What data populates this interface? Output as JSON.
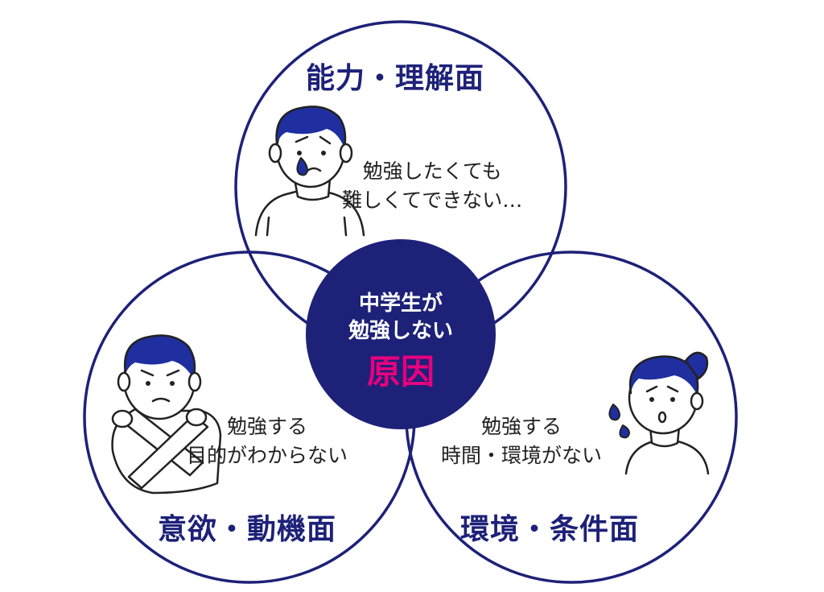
{
  "colors": {
    "navy": "#1d2178",
    "accent": "#e6007e",
    "hair": "#1f2fa0",
    "skin": "#ffffff",
    "tear": "#1f2fa0"
  },
  "center": {
    "line1": "中学生が",
    "line2": "勉強しない",
    "emphasis": "原因"
  },
  "circles": {
    "top": {
      "heading": "能力・理解面",
      "quote_line1": "勉強したくても",
      "quote_line2": "難しくてできない…"
    },
    "left": {
      "heading": "意欲・動機面",
      "quote_line1": "勉強する",
      "quote_line2": "目的がわからない"
    },
    "right": {
      "heading": "環境・条件面",
      "quote_line1": "勉強する",
      "quote_line2": "時間・環境がない"
    }
  }
}
